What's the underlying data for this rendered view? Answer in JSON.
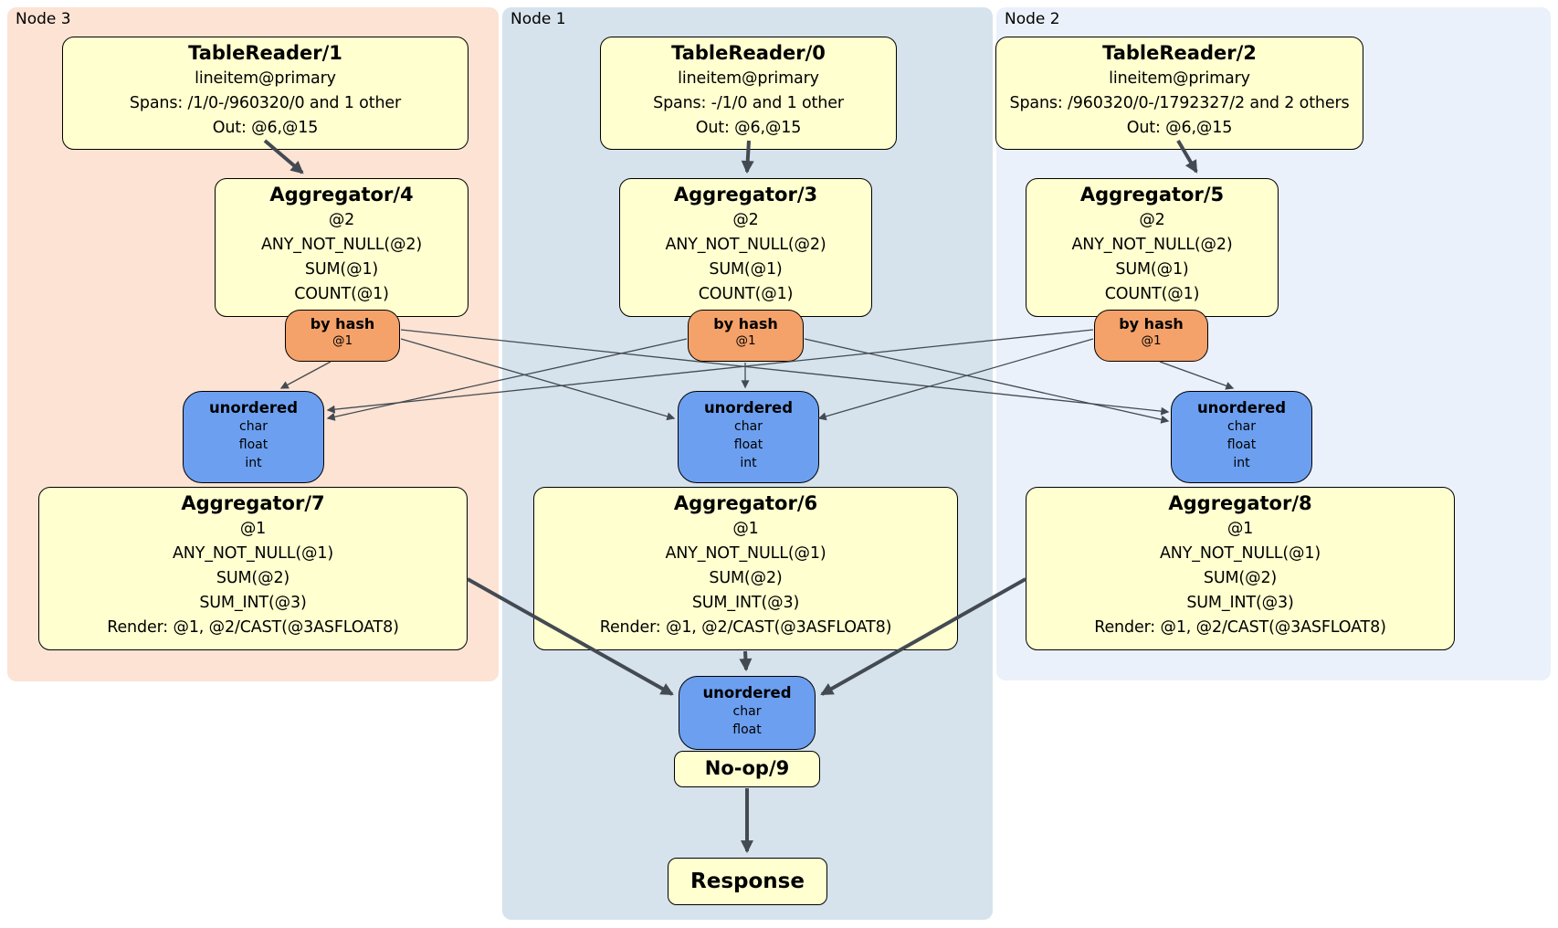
{
  "groups": [
    {
      "label": "Node 3"
    },
    {
      "label": "Node 1"
    },
    {
      "label": "Node 2"
    }
  ],
  "processors": {
    "tr1": {
      "title": "TableReader/1",
      "lines": [
        "lineitem@primary",
        "Spans: /1/0-/960320/0 and 1 other",
        "Out: @6,@15"
      ]
    },
    "tr0": {
      "title": "TableReader/0",
      "lines": [
        "lineitem@primary",
        "Spans: -/1/0 and 1 other",
        "Out: @6,@15"
      ]
    },
    "tr2": {
      "title": "TableReader/2",
      "lines": [
        "lineitem@primary",
        "Spans: /960320/0-/1792327/2 and 2 others",
        "Out: @6,@15"
      ]
    },
    "agg4": {
      "title": "Aggregator/4",
      "lines": [
        "@2",
        "ANY_NOT_NULL(@2)",
        "SUM(@1)",
        "COUNT(@1)"
      ]
    },
    "agg3": {
      "title": "Aggregator/3",
      "lines": [
        "@2",
        "ANY_NOT_NULL(@2)",
        "SUM(@1)",
        "COUNT(@1)"
      ]
    },
    "agg5": {
      "title": "Aggregator/5",
      "lines": [
        "@2",
        "ANY_NOT_NULL(@2)",
        "SUM(@1)",
        "COUNT(@1)"
      ]
    },
    "agg7": {
      "title": "Aggregator/7",
      "lines": [
        "@1",
        "ANY_NOT_NULL(@1)",
        "SUM(@2)",
        "SUM_INT(@3)",
        "Render: @1, @2/CAST(@3ASFLOAT8)"
      ]
    },
    "agg6": {
      "title": "Aggregator/6",
      "lines": [
        "@1",
        "ANY_NOT_NULL(@1)",
        "SUM(@2)",
        "SUM_INT(@3)",
        "Render: @1, @2/CAST(@3ASFLOAT8)"
      ]
    },
    "agg8": {
      "title": "Aggregator/8",
      "lines": [
        "@1",
        "ANY_NOT_NULL(@1)",
        "SUM(@2)",
        "SUM_INT(@3)",
        "Render: @1, @2/CAST(@3ASFLOAT8)"
      ]
    },
    "noop": {
      "title": "No-op/9"
    },
    "response": {
      "title": "Response"
    }
  },
  "routers": {
    "left": {
      "title": "by hash",
      "lines": [
        "@1"
      ]
    },
    "middle": {
      "title": "by hash",
      "lines": [
        "@1"
      ]
    },
    "right": {
      "title": "by hash",
      "lines": [
        "@1"
      ]
    }
  },
  "syncs": {
    "left": {
      "title": "unordered",
      "lines": [
        "char",
        "float",
        "int"
      ]
    },
    "middle": {
      "title": "unordered",
      "lines": [
        "char",
        "float",
        "int"
      ]
    },
    "right": {
      "title": "unordered",
      "lines": [
        "char",
        "float",
        "int"
      ]
    },
    "final": {
      "title": "unordered",
      "lines": [
        "char",
        "float"
      ]
    }
  },
  "colors": {
    "node3_bg": "#fce3d4",
    "node1_bg": "#d6e3ec",
    "node2_bg": "#ebf1fa",
    "proc_bg": "#ffffd0",
    "router_bg": "#f4a269",
    "sync_bg": "#6c9ff0",
    "arrow": "#434a52"
  }
}
